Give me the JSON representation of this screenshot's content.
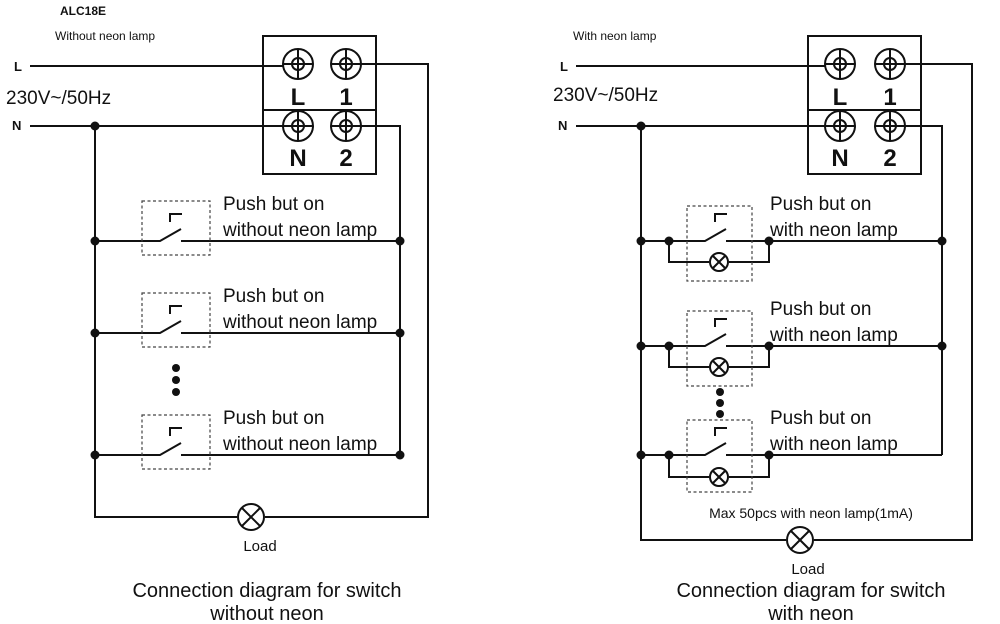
{
  "left": {
    "model": "ALC18E",
    "variant": "Without neon lamp",
    "line_label": "L",
    "neutral_label": "N",
    "voltage": "230V~/50Hz",
    "terminals": [
      "L",
      "1",
      "N",
      "2"
    ],
    "push_button_line1": "Push but on",
    "push_button_line2": "without neon lamp",
    "load": "Load",
    "caption_line1": "Connection diagram for switch",
    "caption_line2": "without neon"
  },
  "right": {
    "variant": "With neon lamp",
    "line_label": "L",
    "neutral_label": "N",
    "voltage": "230V~/50Hz",
    "terminals": [
      "L",
      "1",
      "N",
      "2"
    ],
    "push_button_line1": "Push but on",
    "push_button_line2": "with neon lamp",
    "max_note": "Max 50pcs with neon lamp(1mA)",
    "load": "Load",
    "caption_line1": "Connection diagram for switch",
    "caption_line2": "with neon"
  }
}
